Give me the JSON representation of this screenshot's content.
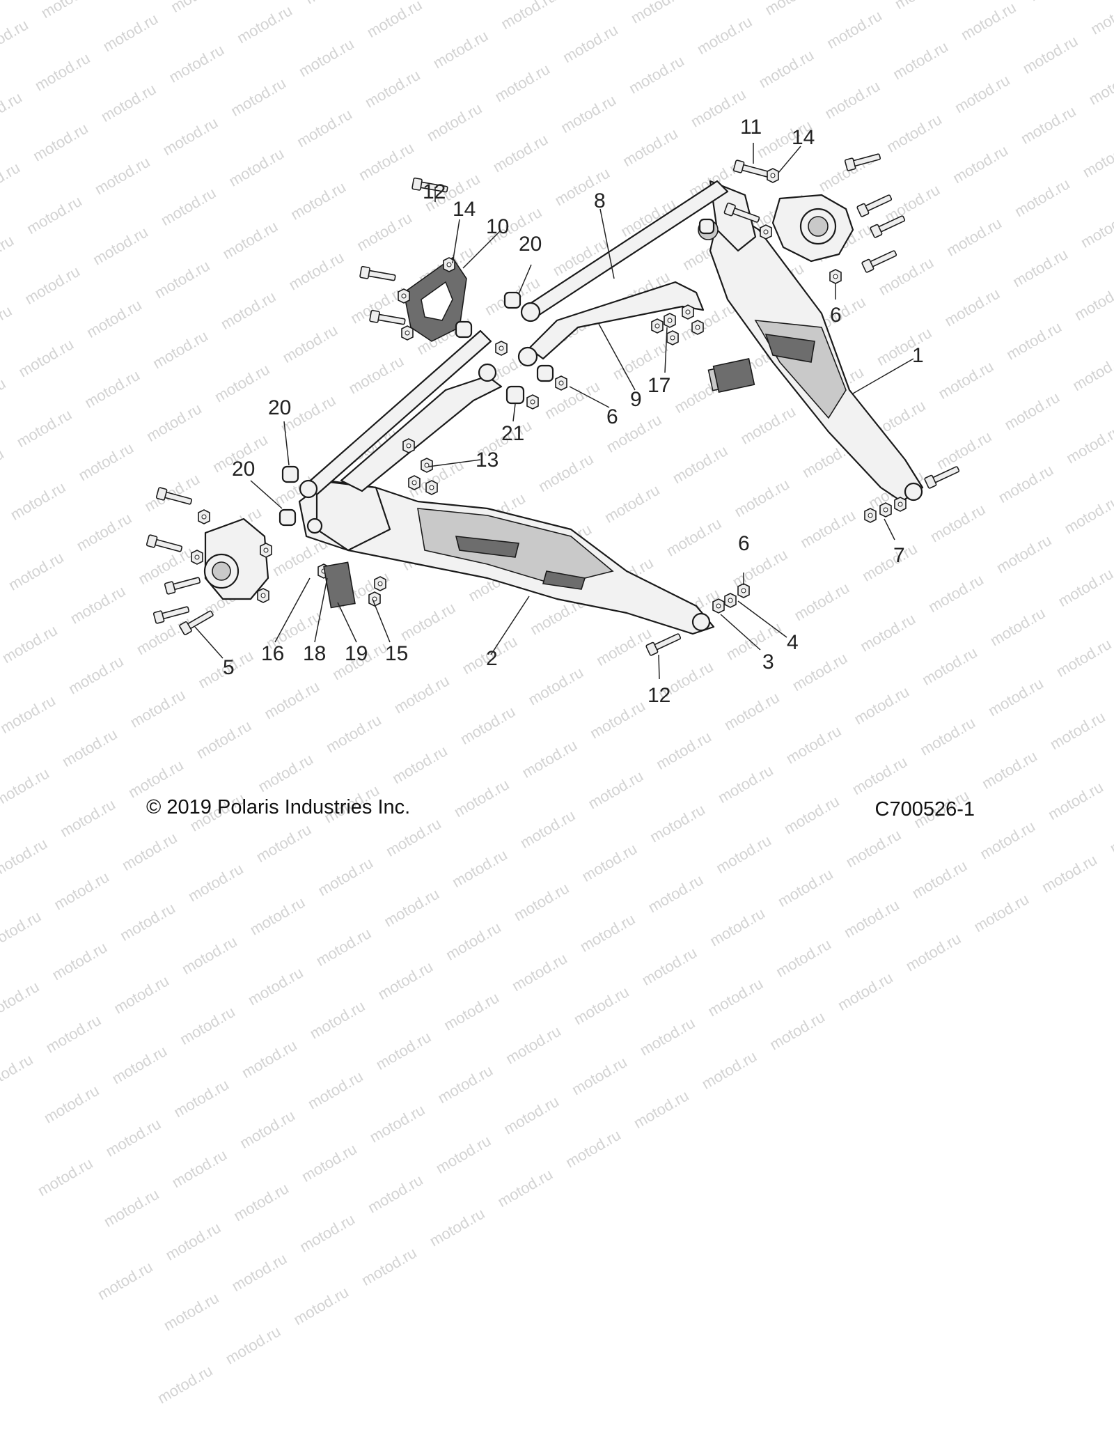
{
  "watermark": {
    "text": "motod.ru"
  },
  "footer": {
    "copyright": "© 2019 Polaris Industries Inc.",
    "diagram_code": "C700526-1"
  },
  "callouts": [
    "1",
    "2",
    "3",
    "4",
    "5",
    "6",
    "6",
    "6",
    "7",
    "8",
    "9",
    "10",
    "11",
    "12",
    "12",
    "13",
    "14",
    "14",
    "15",
    "16",
    "17",
    "18",
    "19",
    "20",
    "20",
    "20",
    "21"
  ]
}
